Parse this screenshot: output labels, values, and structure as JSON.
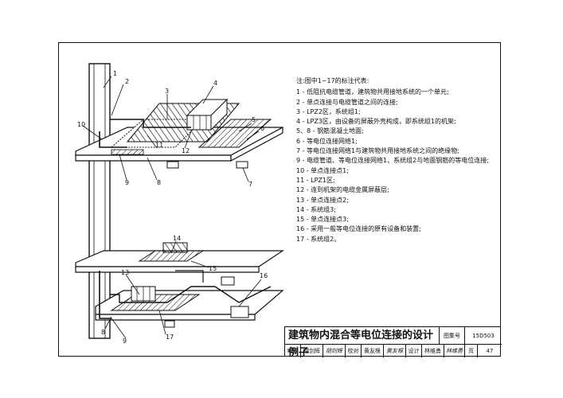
{
  "diagram": {
    "callouts": [
      "1",
      "2",
      "3",
      "4",
      "5",
      "6",
      "7",
      "8",
      "9",
      "10",
      "11",
      "12",
      "13",
      "14",
      "15",
      "16",
      "17",
      "9",
      "8"
    ]
  },
  "notes": {
    "heading": "注:图中1~17的标注代表:",
    "items": [
      "1 - 低阻抗电缆管道，建筑物共用接地系统的一个单元;",
      "2 - 单点连接与电缆管道之间的连接;",
      "3 - LPZ2区，系统组1;",
      "4 - LPZ3区，由设备的屏蔽外壳构成，即系统组1的机架;",
      "5、8 - 钢筋混凝土地面;",
      "6 - 等电位连接网络1;",
      "7 - 等电位连接网络1与建筑物共用接地系统之间的绝缘物;",
      "9 - 电缆管道、等电位连接网络1、系统组2与地面钢筋的等电位连接;",
      "10 - 单点连接点1;",
      "11 - LPZ1区;",
      "12 - 连到机架的电缆金属屏蔽层;",
      "13 - 单点连接点2;",
      "14 - 系统组3;",
      "15 - 单点连接点3;",
      "16 - 采用一般等电位连接的原有设备和装置;",
      "17 - 系统组2。"
    ]
  },
  "title_block": {
    "title": "建筑物内混合等电位连接的设计例子",
    "atlas_label": "图集号",
    "atlas_number": "15D503",
    "review_label": "审核",
    "review_name": "胡剑辉",
    "review_sig": "胡剑辉",
    "check_label": "校对",
    "check_name": "黄友根",
    "check_sig": "黄友根",
    "design_label": "设计",
    "design_name": "林维勇",
    "design_sig": "林维勇",
    "page_label": "页",
    "page_number": "47"
  }
}
